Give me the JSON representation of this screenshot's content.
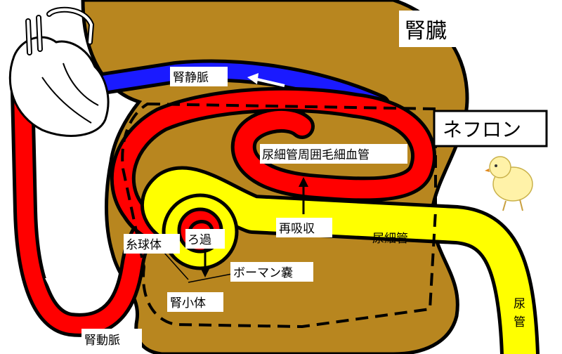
{
  "labels": {
    "kidney": "腎臓",
    "nephron": "ネフロン",
    "renal_vein": "腎静脈",
    "peritubular_capillary": "尿細管周囲毛細血管",
    "reabsorption": "再吸収",
    "renal_tubule": "尿細管",
    "glomerulus": "糸球体",
    "filtration": "ろ過",
    "bowman_capsule": "ボーマン嚢",
    "renal_corpuscle": "腎小体",
    "renal_artery": "腎動脈",
    "ureter_char1": "尿",
    "ureter_char2": "管"
  },
  "colors": {
    "kidney": "#b8861f",
    "artery": "#ff0000",
    "vein": "#1a1aff",
    "tubule": "#ffff00",
    "outline": "#000000",
    "label_bg": "#ffffff"
  }
}
